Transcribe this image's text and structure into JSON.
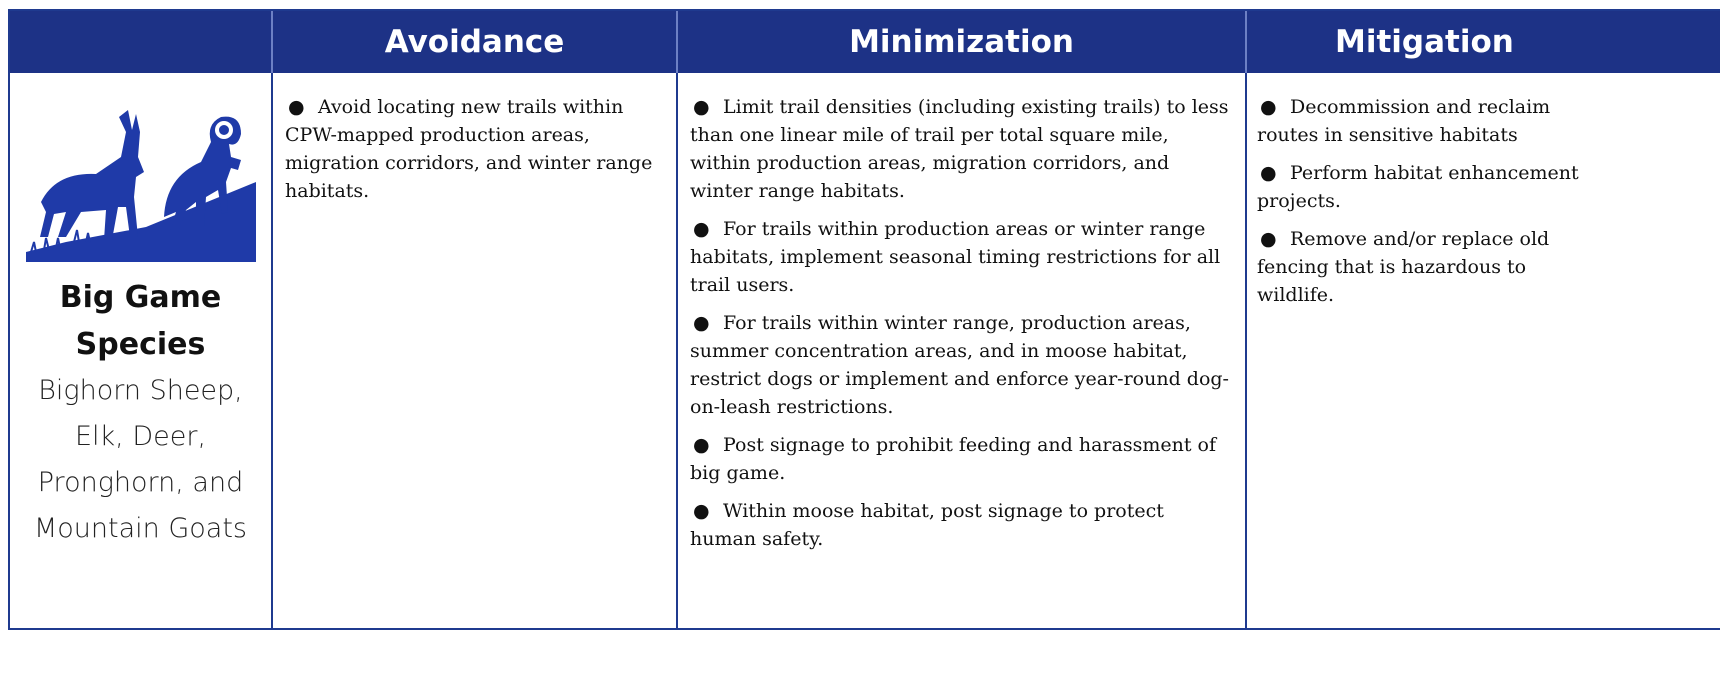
{
  "headers": [
    "",
    "Avoidance",
    "Minimization",
    "Mitigation"
  ],
  "species": {
    "image_icon": "bighorn-and-pronghorn-silhouette",
    "title_line1": "Big Game",
    "title_line2": "Species",
    "list_line1": "Bighorn Sheep,",
    "list_line2": "Elk, Deer,",
    "list_line3": "Pronghorn, and",
    "list_line4": "Mountain Goats"
  },
  "avoidance": [
    "Avoid locating new trails within CPW-mapped production areas, migration corridors, and winter range habitats."
  ],
  "minimization": [
    "Limit trail densities (including existing trails) to less than one linear mile of trail per total square mile, within production areas, migration corridors, and winter range habitats.",
    "For trails within production areas or winter range habitats, implement seasonal timing restrictions for all trail users.",
    "For trails within winter range, production areas, summer concentration areas, and in moose habitat, restrict dogs or implement and enforce year-round dog-on-leash restrictions.",
    "Post signage to prohibit feeding and harassment of big game.",
    "Within moose habitat, post signage to protect human safety."
  ],
  "mitigation": [
    "Decommission and reclaim routes in sensitive habitats",
    "Perform habitat enhancement projects.",
    "Remove and/or replace old fencing that is hazardous to wildlife."
  ],
  "colors": {
    "header_bg": "#1d3286",
    "border": "#1f3a8f",
    "silhouette": "#1f3aa8"
  }
}
